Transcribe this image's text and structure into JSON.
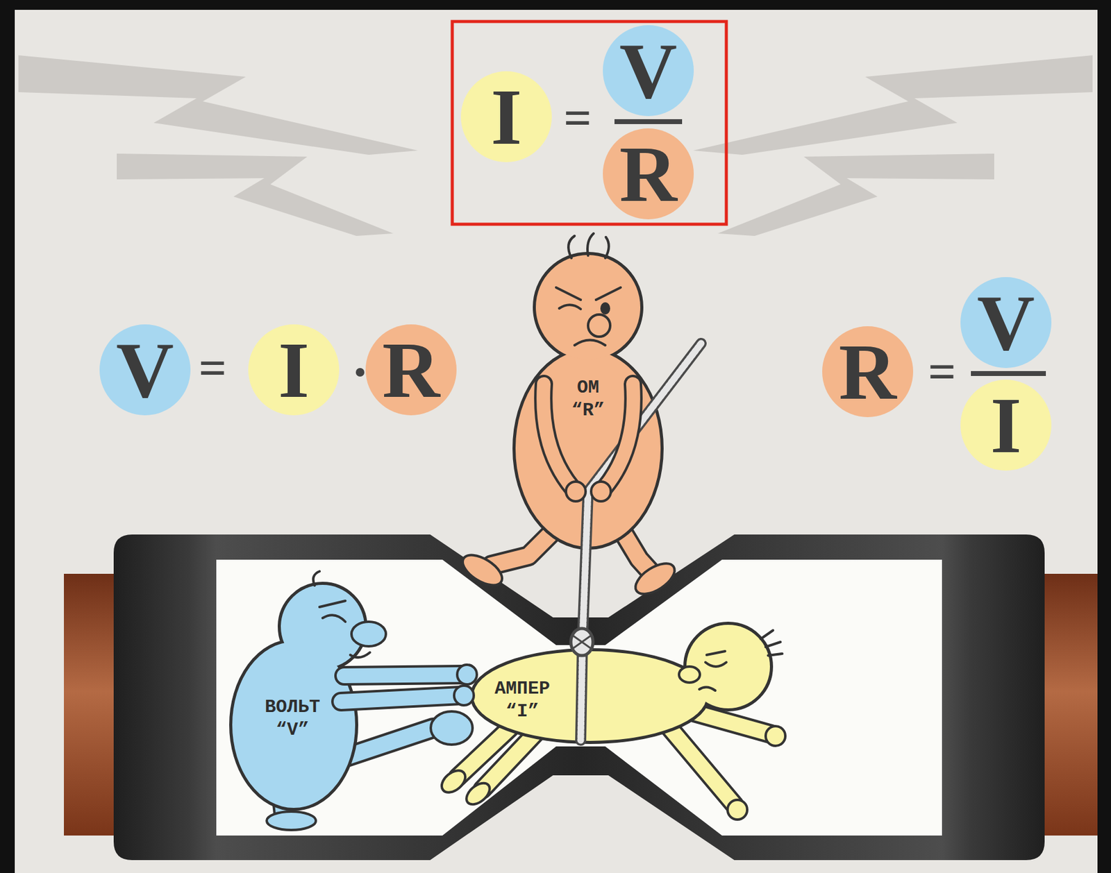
{
  "diagram": {
    "nodes": [
      {
        "text": [
          "I"
        ]
      },
      {
        "text": [
          "V"
        ]
      },
      {
        "text": [
          "R"
        ]
      },
      {
        "text": [
          "V"
        ]
      },
      {
        "text": [
          "I"
        ]
      },
      {
        "text": [
          "R"
        ]
      },
      {
        "text": [
          "ОМ",
          "“R”"
        ]
      },
      {
        "text": [
          "R"
        ]
      },
      {
        "text": [
          "V"
        ]
      },
      {
        "text": [
          "I"
        ]
      },
      {
        "text": [
          "ВОЛЬТ",
          "“V”"
        ]
      },
      {
        "text": [
          "АМПЕР",
          "“I”"
        ]
      }
    ],
    "labels": [
      "=",
      "=",
      "="
    ]
  }
}
